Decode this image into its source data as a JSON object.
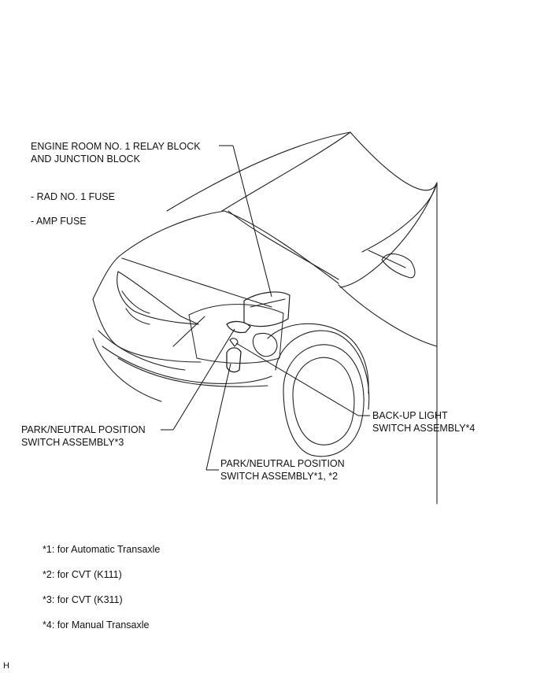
{
  "callouts": {
    "relay_block": {
      "line1": "ENGINE ROOM NO. 1 RELAY BLOCK",
      "line2": "AND JUNCTION BLOCK"
    },
    "fuse_rad": "- RAD NO. 1 FUSE",
    "fuse_amp": "- AMP FUSE",
    "pnp_switch_3": {
      "line1": "PARK/NEUTRAL POSITION",
      "line2": "SWITCH ASSEMBLY*3"
    },
    "pnp_switch_12": {
      "line1": "PARK/NEUTRAL POSITION",
      "line2": "SWITCH ASSEMBLY*1, *2"
    },
    "backup_switch": {
      "line1": "BACK-UP LIGHT",
      "line2": "SWITCH ASSEMBLY*4"
    }
  },
  "footnotes": [
    "*1: for Automatic Transaxle",
    "*2: for CVT (K111)",
    "*3: for CVT (K311)",
    "*4: for Manual Transaxle"
  ],
  "corner_mark": "H"
}
